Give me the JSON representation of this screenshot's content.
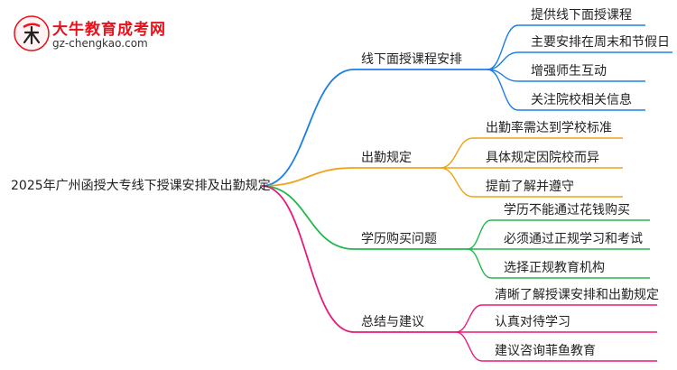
{
  "logo": {
    "mark": "大牛",
    "title": "大牛教育成考网",
    "url": "gz-chengkao.com",
    "color": "#e8121a"
  },
  "root": {
    "label": "2025年广州函授大专线下授课安排及出勤规定"
  },
  "branches": [
    {
      "label": "线下面授课程安排",
      "color": "#1e7ee8",
      "children": [
        "提供线下面授课程",
        "主要安排在周末和节假日",
        "增强师生互动",
        "关注院校相关信息"
      ]
    },
    {
      "label": "出勤规定",
      "color": "#f0a21a",
      "children": [
        "出勤率需达到学校标准",
        "具体规定因院校而异",
        "提前了解并遵守"
      ]
    },
    {
      "label": "学历购买问题",
      "color": "#1fb84a",
      "children": [
        "学历不能通过花钱购买",
        "必须通过正规学习和考试",
        "选择正规教育机构"
      ]
    },
    {
      "label": "总结与建议",
      "color": "#e8197a",
      "children": [
        "清晰了解授课安排和出勤规定",
        "认真对待学习",
        "建议咨询菲鱼教育"
      ]
    }
  ]
}
